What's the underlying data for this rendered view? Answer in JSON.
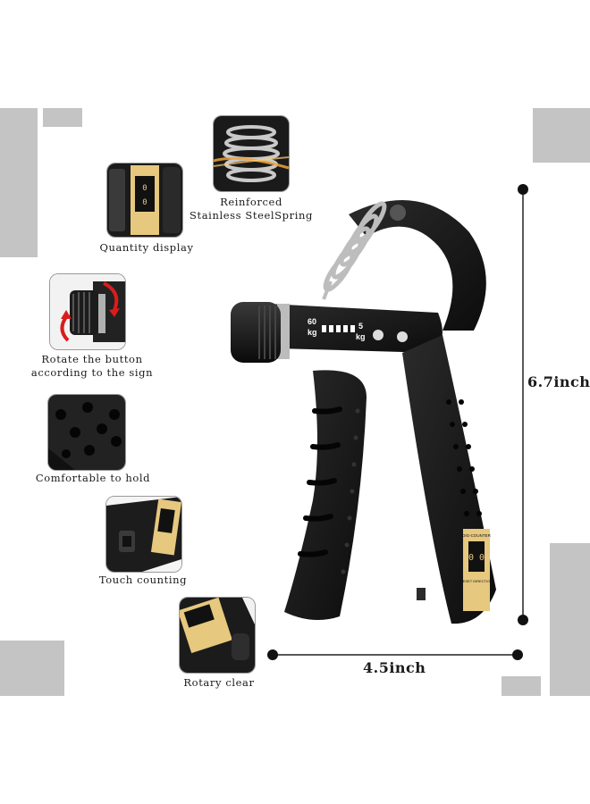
{
  "features": [
    {
      "id": "quantity-display",
      "caption": "Quantity display",
      "icon": "counter-display-icon"
    },
    {
      "id": "spring",
      "caption": "Reinforced\nStainless SteelSpring",
      "icon": "spring-icon"
    },
    {
      "id": "rotate-button",
      "caption": "Rotate the button\naccording to the sign",
      "icon": "rotate-knob-icon"
    },
    {
      "id": "comfortable",
      "caption": "Comfortable to hold",
      "icon": "grip-texture-icon"
    },
    {
      "id": "touch-counting",
      "caption": "Touch counting",
      "icon": "touch-counter-icon"
    },
    {
      "id": "rotary-clear",
      "caption": "Rotary clear",
      "icon": "rotary-clear-icon"
    }
  ],
  "dimensions": {
    "height": "6.7inch",
    "width": "4.5inch"
  },
  "gripper": {
    "scale_max": "60",
    "scale_max_unit": "kg",
    "scale_min": "5",
    "scale_min_unit": "kg",
    "counter_label": "DIG-COUNTER",
    "counter_reset": "RESET DIRECTION",
    "counter_value": "0 0",
    "colors": {
      "body": "#161616",
      "accent": "#e9c879",
      "spring": "#b8b8b8"
    }
  }
}
